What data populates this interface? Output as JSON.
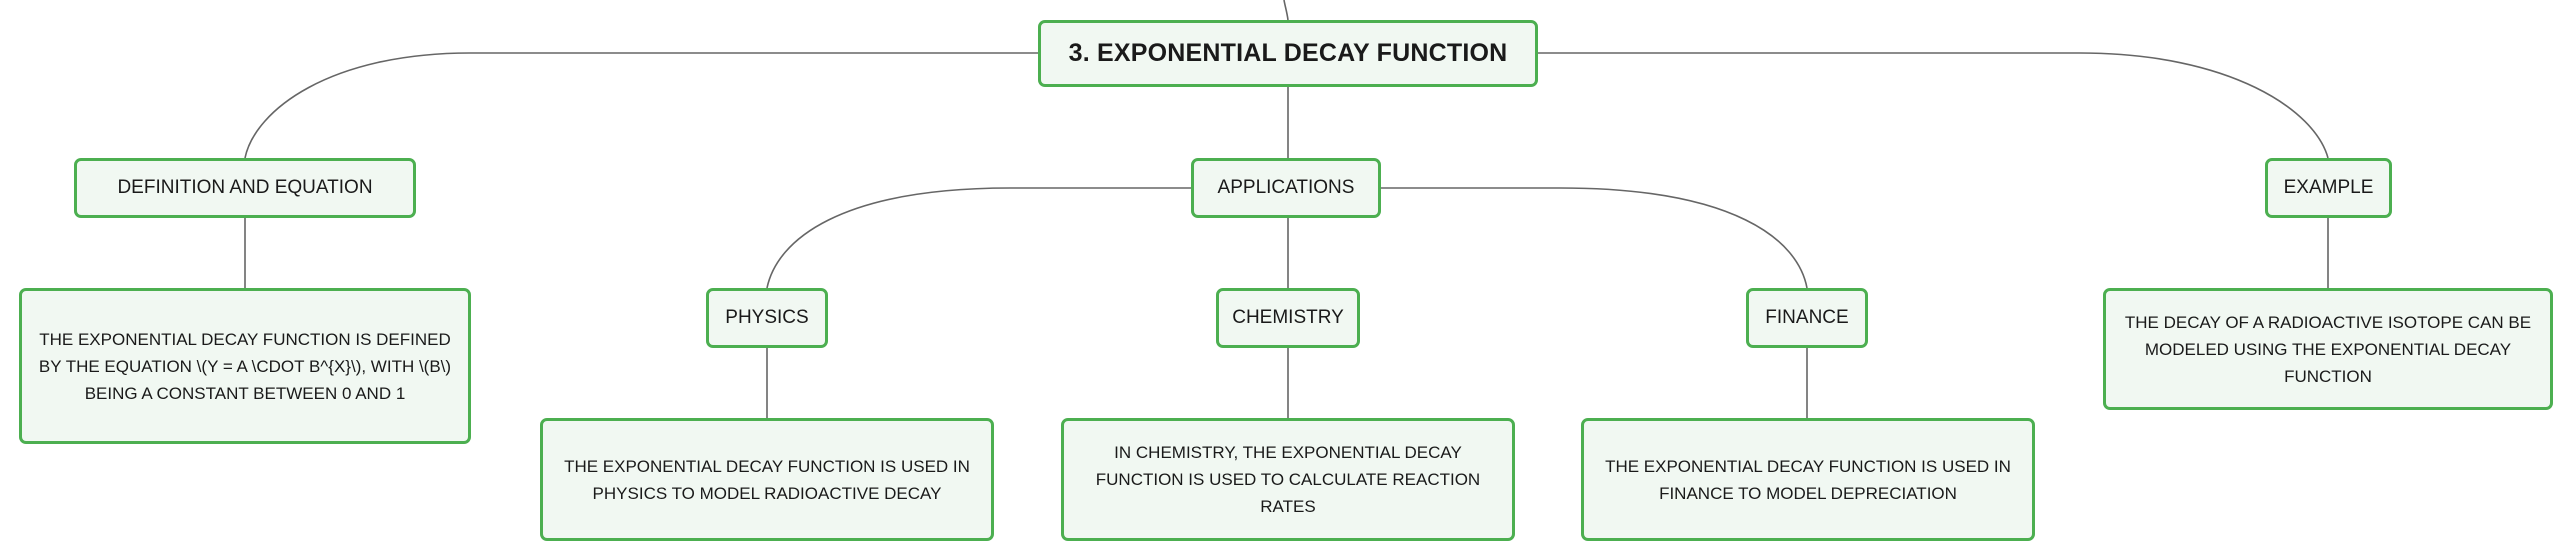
{
  "diagram": {
    "root": "3. EXPONENTIAL DECAY FUNCTION",
    "branches": [
      {
        "label": "DEFINITION AND EQUATION",
        "detail": "THE EXPONENTIAL DECAY FUNCTION IS DEFINED BY THE EQUATION \\(Y = A \\CDOT B^{X}\\), WITH \\(B\\) BEING A CONSTANT BETWEEN 0 AND 1"
      },
      {
        "label": "APPLICATIONS",
        "children": [
          {
            "label": "PHYSICS",
            "detail": "THE EXPONENTIAL DECAY FUNCTION IS USED IN PHYSICS TO MODEL RADIOACTIVE DECAY"
          },
          {
            "label": "CHEMISTRY",
            "detail": "IN CHEMISTRY, THE EXPONENTIAL DECAY FUNCTION IS USED TO CALCULATE REACTION RATES"
          },
          {
            "label": "FINANCE",
            "detail": "THE EXPONENTIAL DECAY FUNCTION IS USED IN FINANCE TO MODEL DEPRECIATION"
          }
        ]
      },
      {
        "label": "EXAMPLE",
        "detail": "THE DECAY OF A RADIOACTIVE ISOTOPE CAN BE MODELED USING THE EXPONENTIAL DECAY FUNCTION"
      }
    ]
  },
  "colors": {
    "node_border": "#4caf50",
    "node_fill": "#f1f8f2",
    "connector": "#666666",
    "text": "#1a1a1a"
  }
}
